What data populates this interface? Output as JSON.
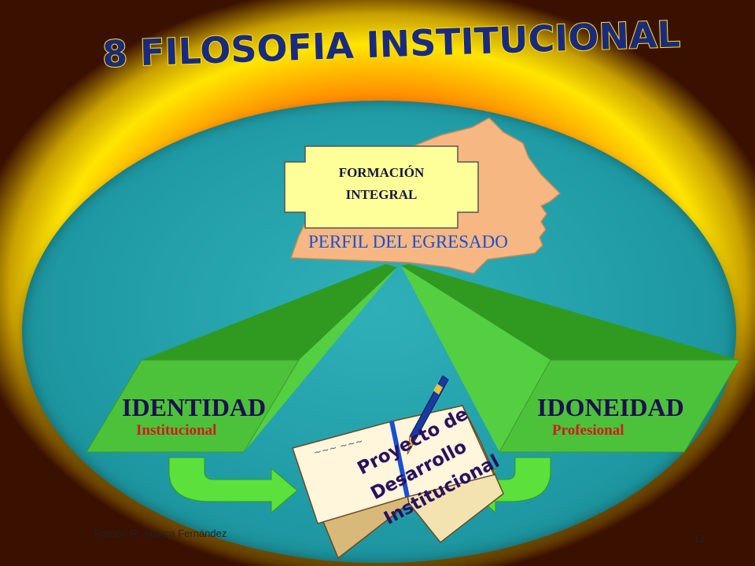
{
  "slide": {
    "title": "8  FILOSOFIA  INSTITUCIONAL",
    "profile_box": "FORMACIÓN\nINTEGRAL",
    "profile_caption": "PERFIL DEL EGRESADO",
    "left_pillar": {
      "title": "IDENTIDAD",
      "subtitle": "Institucional"
    },
    "right_pillar": {
      "title": "IDONEIDAD",
      "subtitle": "Profesional"
    },
    "book_caption": "Proyecto de\nDesarrollo\nInstitucional",
    "author": "Ramón R. Abarca Fernández",
    "page_number": "12"
  },
  "colors": {
    "title_fill": "#1a2a80",
    "title_stroke": "#ffe600",
    "oval": "#1f9aa4",
    "head": "#f7b783",
    "box_fill": "#ffff99",
    "pillar_front": "#4cc23a",
    "pillar_top": "#2f9a1f",
    "arrow": "#5be03c",
    "caption_blue": "#1a4fd1",
    "subtitle_red": "#d21a1a"
  },
  "icons": [
    "head-profile-icon",
    "open-book-icon",
    "fountain-pen-icon",
    "curved-arrow-icon"
  ]
}
